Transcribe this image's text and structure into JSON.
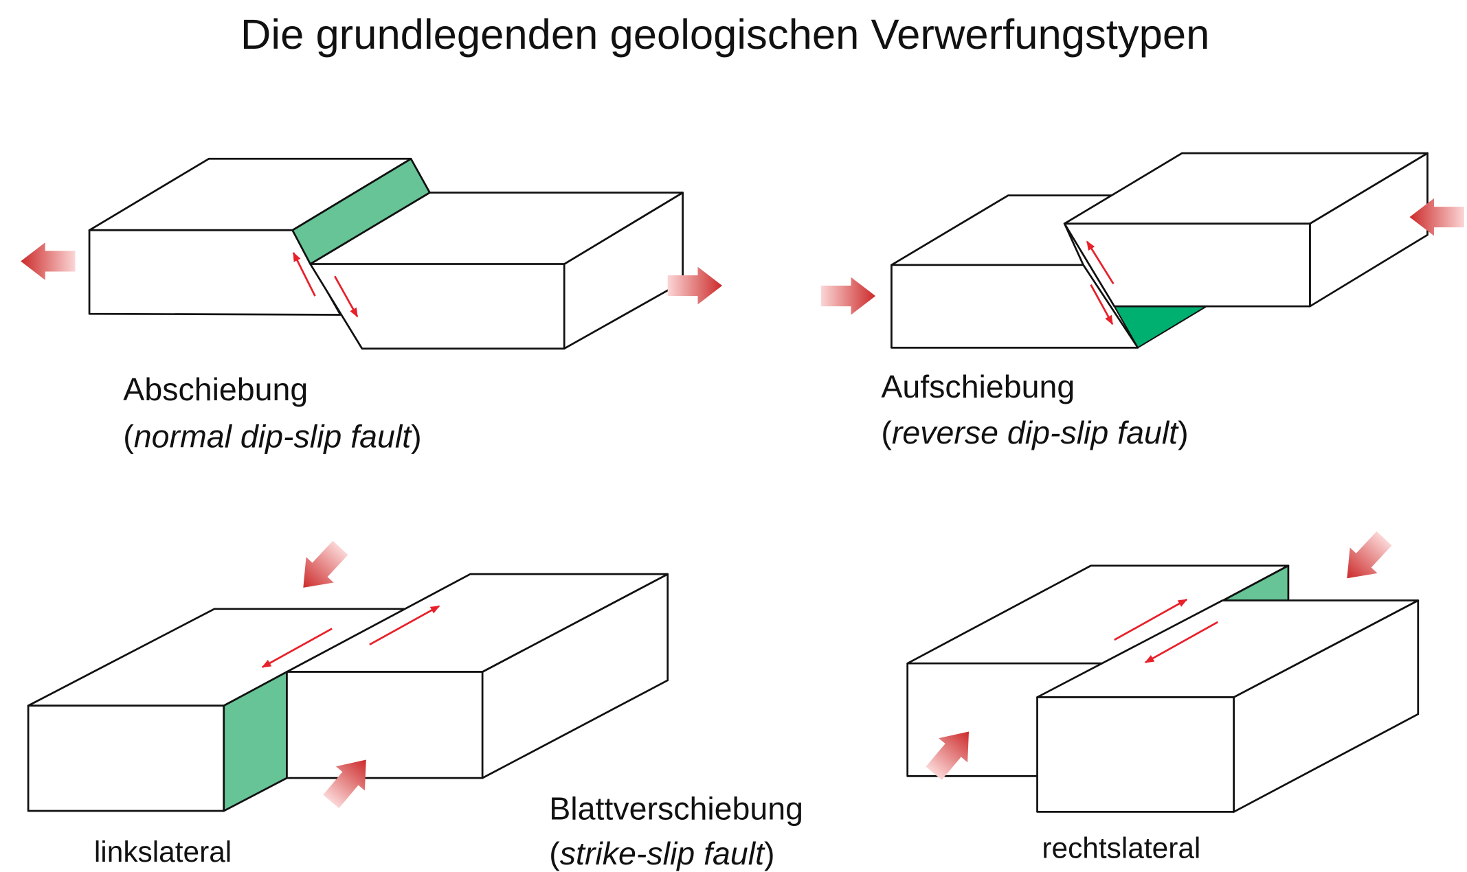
{
  "title": "Die grundlegenden geologischen Verwerfungstypen",
  "panels": {
    "normal": {
      "label": "Abschiebung",
      "open": "(",
      "english": "normal dip-slip fault",
      "close": ")"
    },
    "reverse": {
      "label": "Aufschiebung",
      "open": "(",
      "english": "reverse dip-slip fault",
      "close": ")"
    },
    "strike_slip": {
      "label": "Blattverschiebung",
      "open": "(",
      "english": "strike-slip fault",
      "close": ")"
    },
    "left_lateral": {
      "label": "linkslateral"
    },
    "right_lateral": {
      "label": "rechtslateral"
    }
  },
  "colors": {
    "fault_plane": "#66c496",
    "fault_plane_dark": "#00b070",
    "slip_arrow": "#e8202a",
    "force_arrow_dark": "#cc2a2a",
    "force_arrow_light": "#fbd6d6"
  }
}
